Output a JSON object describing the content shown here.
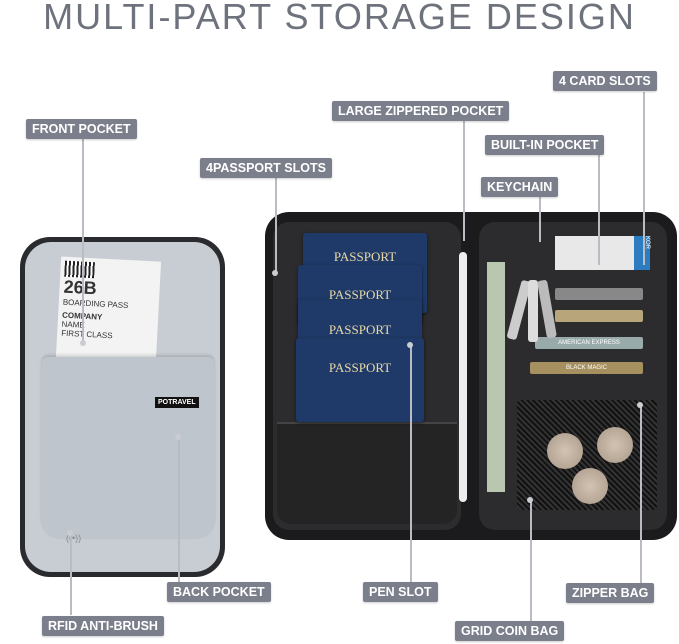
{
  "title": "MULTI-PART STORAGE DESIGN",
  "labels": {
    "front_pocket": "FRONT POCKET",
    "passport_slots": "4PASSPORT SLOTS",
    "large_zippered_pocket": "LARGE ZIPPERED POCKET",
    "card_slots": "4 CARD SLOTS",
    "built_in_pocket": "BUILT-IN POCKET",
    "keychain": "KEYCHAIN",
    "back_pocket": "BACK POCKET",
    "rfid": "RFID ANTI-BRUSH",
    "pen_slot": "PEN SLOT",
    "grid_coin_bag": "GRID COIN BAG",
    "zipper_bag": "ZIPPER BAG"
  },
  "product": {
    "brand_logo": "POTRAVEL",
    "boarding_pass": {
      "title": "BOARDING PASS",
      "seat": "26B",
      "company": "COMPANY",
      "class": "FIRST CLASS",
      "name": "NAME"
    },
    "passports": [
      "PASSPORT",
      "PASSPORT",
      "PASSPORT",
      "PASSPORT"
    ],
    "cards": [
      "KOR",
      "AMERICAN EXPRESS",
      "BLACK MAGIC"
    ]
  },
  "colors": {
    "label_bg": "#7b7f8b",
    "title": "#6e727d",
    "wallet_gray": "#c5cad2",
    "wallet_black": "#1b1b1d",
    "passport": "#1f3a68"
  }
}
